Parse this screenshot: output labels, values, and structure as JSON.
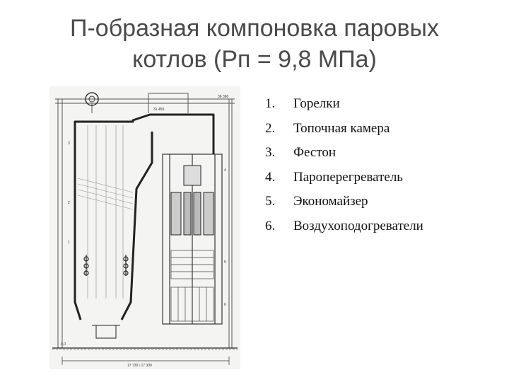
{
  "slide": {
    "title_line1": "П-образная компоновка паровых",
    "title_line2": "котлов (Рп = 9,8 МПа)"
  },
  "legend": {
    "items": [
      {
        "num": "1.",
        "text": "Горелки"
      },
      {
        "num": "2.",
        "text": "Топочная камера"
      },
      {
        "num": "3.",
        "text": "Фестон"
      },
      {
        "num": "4.",
        "text": "Пароперегреватель"
      },
      {
        "num": "5.",
        "text": "Экономайзер"
      },
      {
        "num": "6.",
        "text": "Воздухоподогреватели"
      }
    ]
  },
  "drawing": {
    "elev_top": "36 360",
    "elev_mid": "31 450",
    "elev_zero": "0,0",
    "dim_bottom": "17 730 \\ 17 300",
    "callouts": [
      "1",
      "2",
      "3",
      "4",
      "5",
      "6"
    ]
  }
}
